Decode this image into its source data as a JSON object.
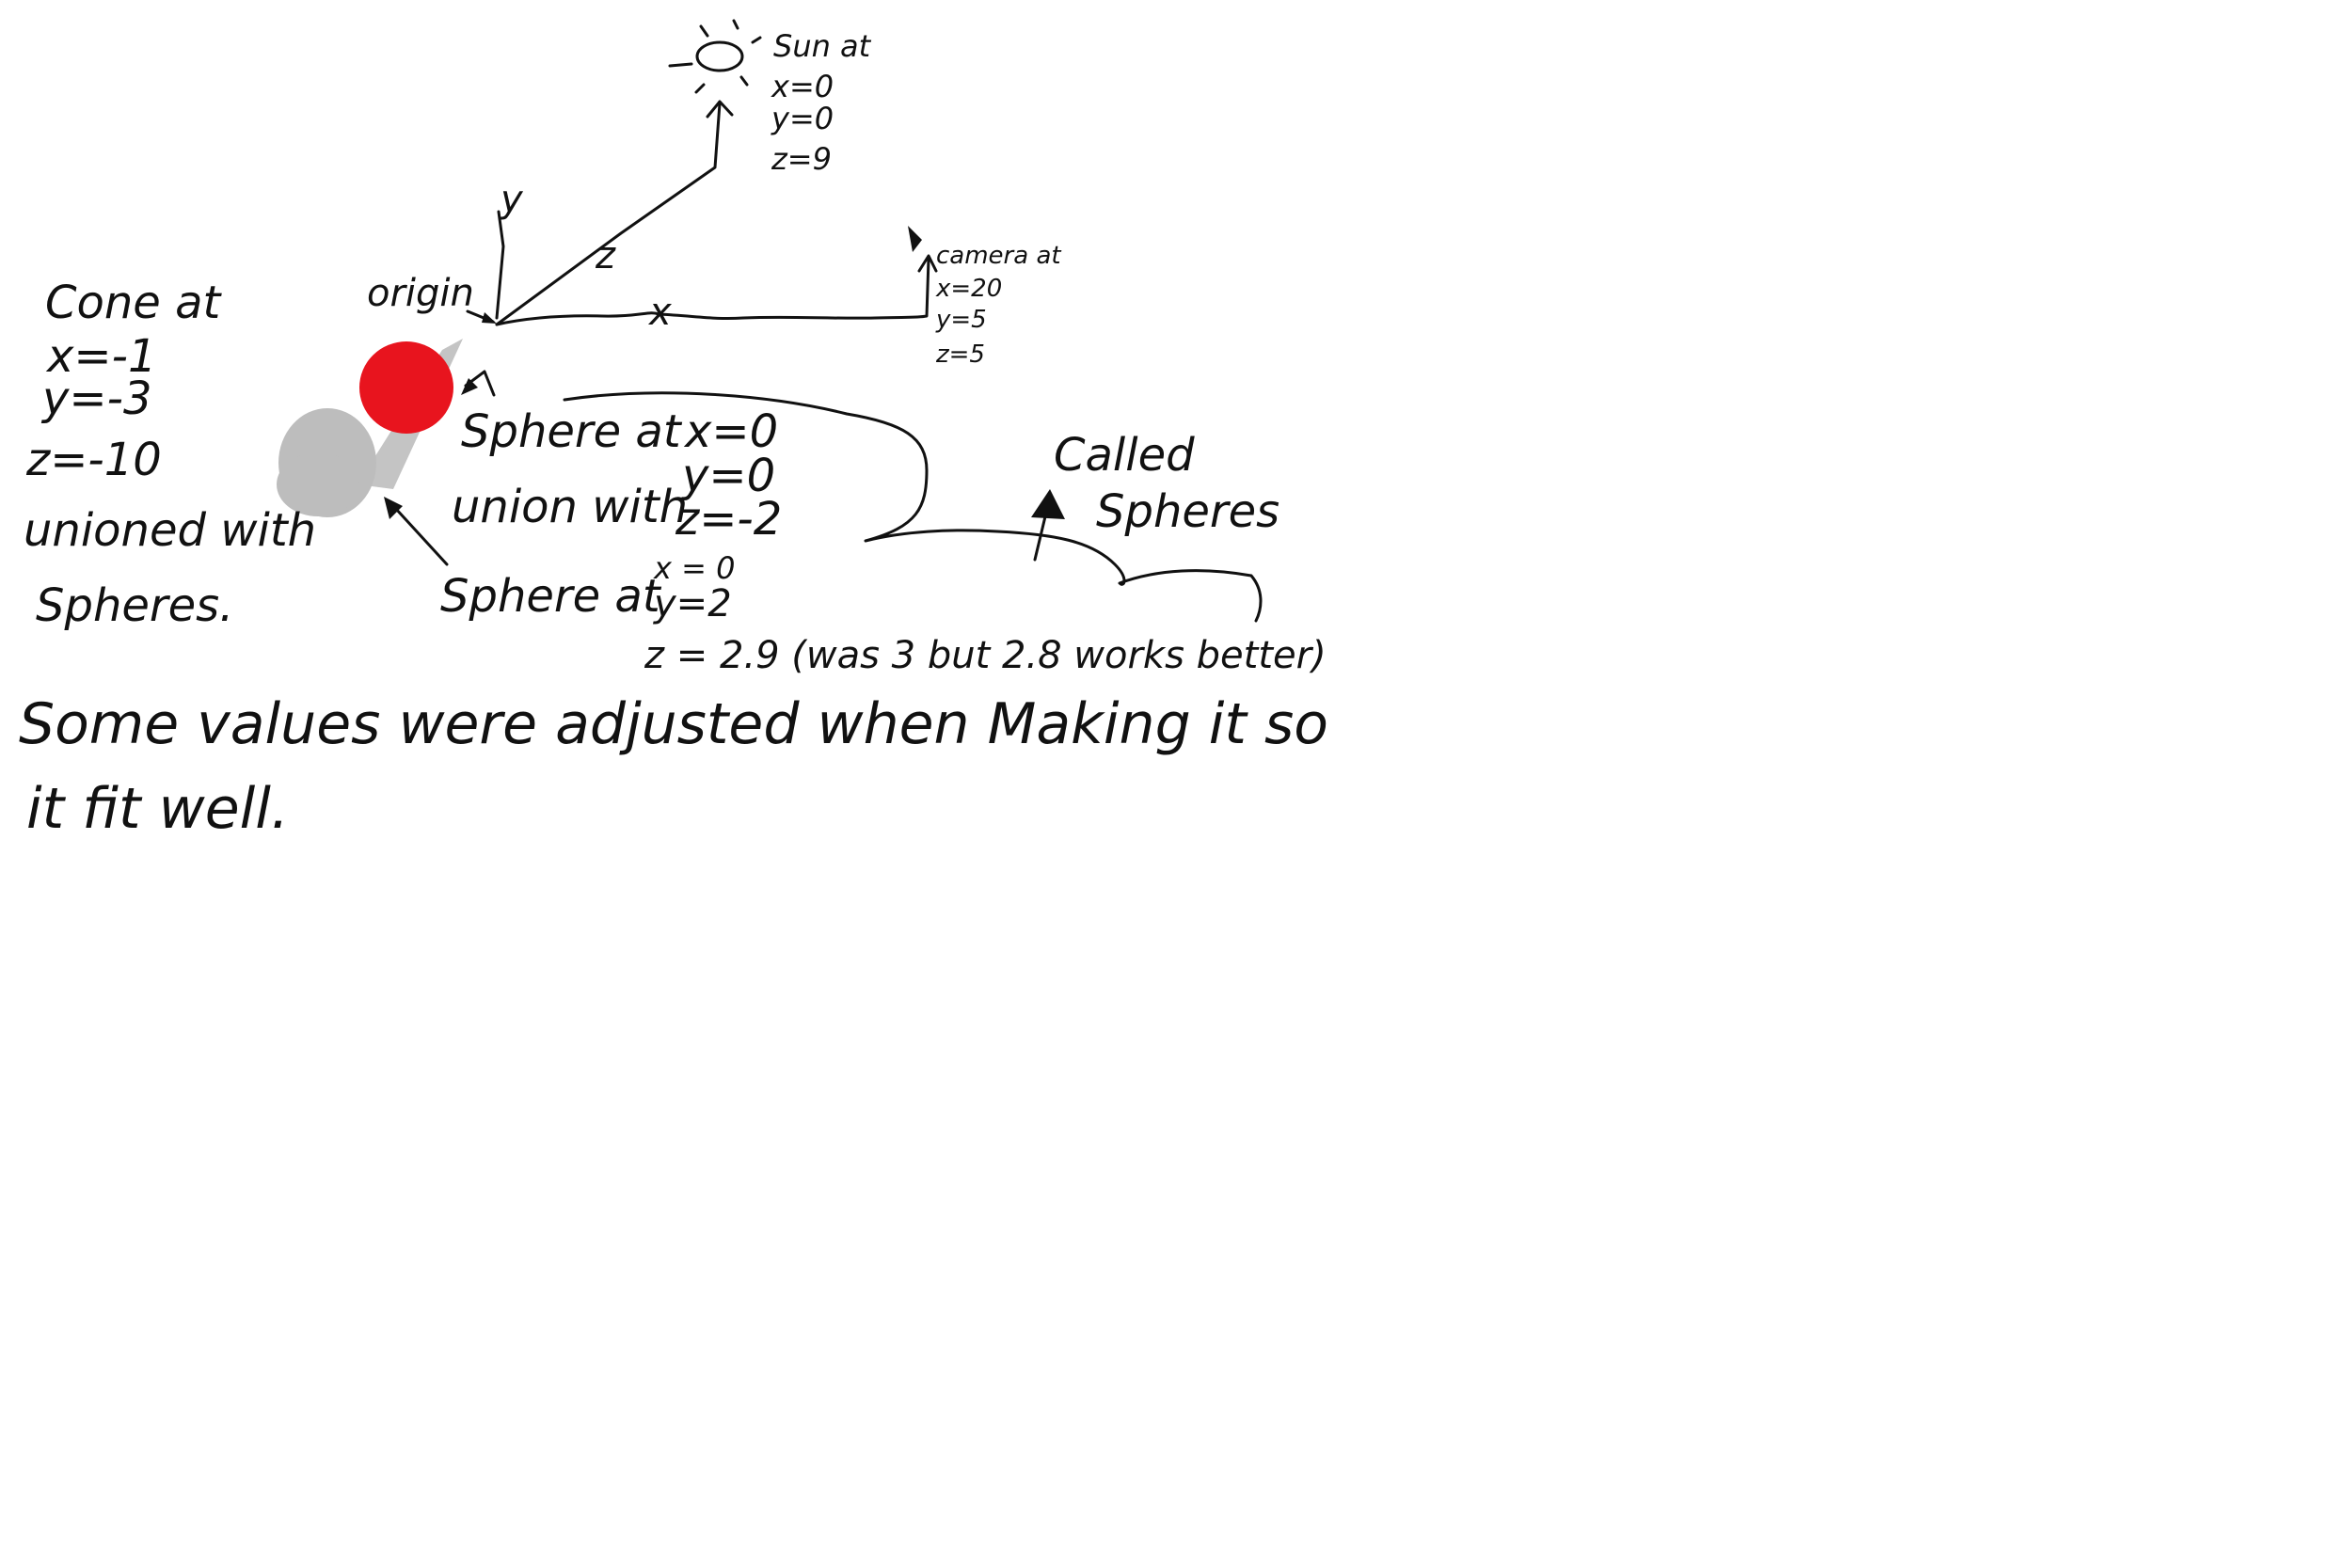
{
  "colors": {
    "ink": "#111111",
    "background": "#ffffff",
    "red_sphere": "#e8141e",
    "cone_gray": "#bdbdbd",
    "cone_stem": "#c4c4c4"
  },
  "icons": {
    "sun": "sun-icon",
    "camera": "camera-icon"
  },
  "axes": {
    "y": "y",
    "z": "z",
    "x": "x",
    "origin": "origin"
  },
  "sun": {
    "title": "Sun at",
    "x": "x=0",
    "y": "y=0",
    "z": "z=9"
  },
  "camera": {
    "title": "camera at",
    "x": "x=20",
    "y": "y=5",
    "z": "z=5"
  },
  "cone": {
    "title": "Cone at",
    "x": "x=-1",
    "y": "y=-3",
    "z": "z=-10",
    "note_line1": "unioned with",
    "note_line2": "Spheres."
  },
  "sphere1": {
    "title": "Sphere at",
    "x": "x=0",
    "y": "y=0",
    "z": "z=-2"
  },
  "union": {
    "label": "union with"
  },
  "sphere2": {
    "title": "Sphere at",
    "x": "x = 0",
    "y": "y=2",
    "z": "z = 2.9 (was 3 but 2.8 works better)"
  },
  "called": {
    "line1": "Called",
    "line2": "Spheres"
  },
  "footnote": {
    "line1": "Some values were adjusted when Making it so",
    "line2": "it fit well."
  }
}
